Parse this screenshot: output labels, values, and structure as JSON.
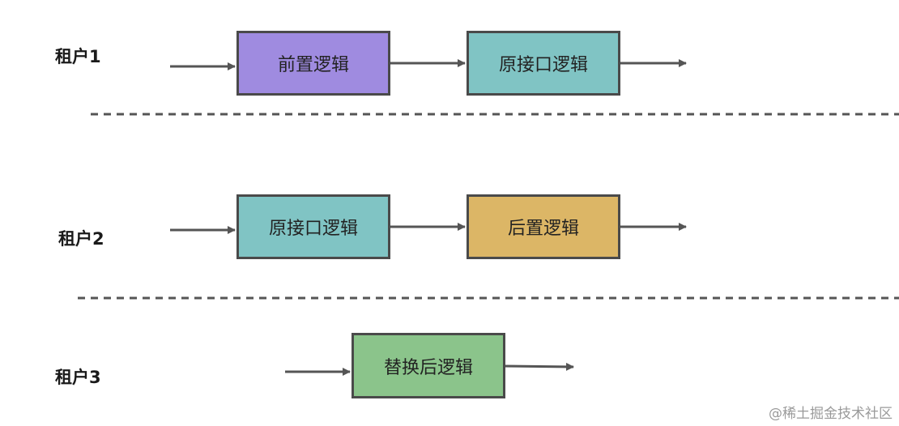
{
  "tenants": [
    {
      "label": "租户1"
    },
    {
      "label": "租户2"
    },
    {
      "label": "租户3"
    }
  ],
  "boxes": {
    "pre_logic": {
      "label": "前置逻辑",
      "color": "#9f8be0"
    },
    "original_logic_1": {
      "label": "原接口逻辑",
      "color": "#80c4c4"
    },
    "original_logic_2": {
      "label": "原接口逻辑",
      "color": "#80c4c4"
    },
    "post_logic": {
      "label": "后置逻辑",
      "color": "#dcb666"
    },
    "replaced_logic": {
      "label": "替换后逻辑",
      "color": "#8bc48b"
    }
  },
  "watermark": "@稀土掘金技术社区"
}
